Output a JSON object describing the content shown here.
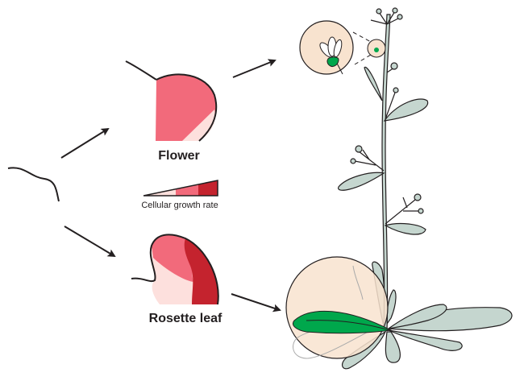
{
  "labels": {
    "flower": "Flower",
    "rosette_leaf": "Rosette leaf",
    "legend": "Cellular growth rate"
  },
  "colors": {
    "low": "#fde0dd",
    "medium": "#f26a7b",
    "high": "#c4232e",
    "plant_fill": "#c5d6cf",
    "highlight_green": "#00a74c",
    "zoom_circle": "#f8e3cf",
    "stroke": "#231f20"
  },
  "legend_scale": [
    "low",
    "medium",
    "high"
  ]
}
